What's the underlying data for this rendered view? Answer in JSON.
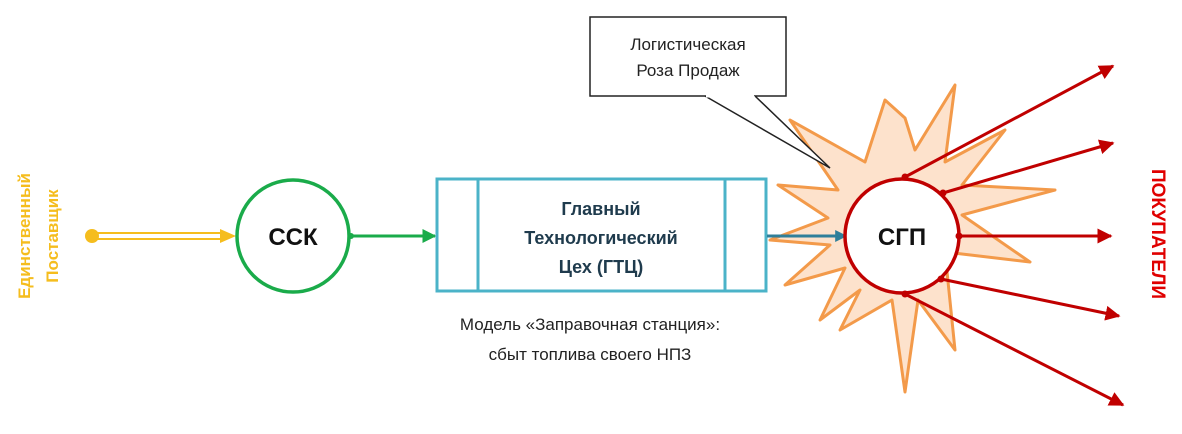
{
  "supplier": {
    "line1": "Единственный",
    "line2": "Поставщик"
  },
  "ssk": {
    "label": "ССК"
  },
  "gtc": {
    "line1": "Главный",
    "line2": "Технологический",
    "line3": "Цех (ГТЦ)"
  },
  "sgp": {
    "label": "СГП"
  },
  "callout": {
    "line1": "Логистическая",
    "line2": "Роза Продаж"
  },
  "caption": {
    "line1": "Модель «Заправочная станция»:",
    "line2": "сбыт топлива своего НПЗ"
  },
  "buyers": {
    "label": "ПОКУПАТЕЛИ"
  },
  "colors": {
    "supplier": "#f5bd1e",
    "ssk": "#1aab4a",
    "gtc": "#4bb3c8",
    "gtc_text": "#1f3b4d",
    "sgp": "#c00000",
    "buyers": "#e00000",
    "star_fill": "#fde2cc",
    "star_stroke": "#f39a4a",
    "arrow_blue": "#2f7f9a"
  }
}
